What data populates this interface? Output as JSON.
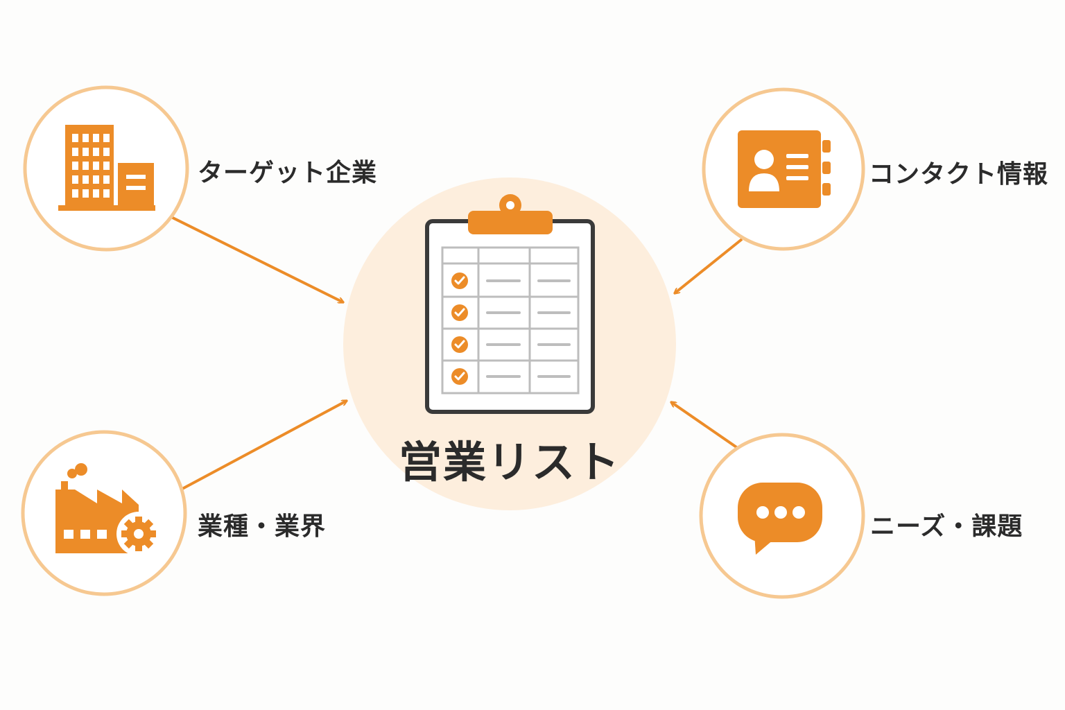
{
  "center": {
    "label": "営業リスト"
  },
  "nodes": {
    "target_companies": {
      "label": "ターゲット企業",
      "icon": "building-icon"
    },
    "contact_info": {
      "label": "コンタクト情報",
      "icon": "contact-card-icon"
    },
    "industry": {
      "label": "業種・業界",
      "icon": "factory-gear-icon"
    },
    "needs": {
      "label": "ニーズ・課題",
      "icon": "speech-bubble-icon"
    }
  },
  "colors": {
    "accent": "#ec8c28",
    "ring": "#f6c891",
    "center_fill": "#fdeedd",
    "text": "#2b2b2b"
  }
}
